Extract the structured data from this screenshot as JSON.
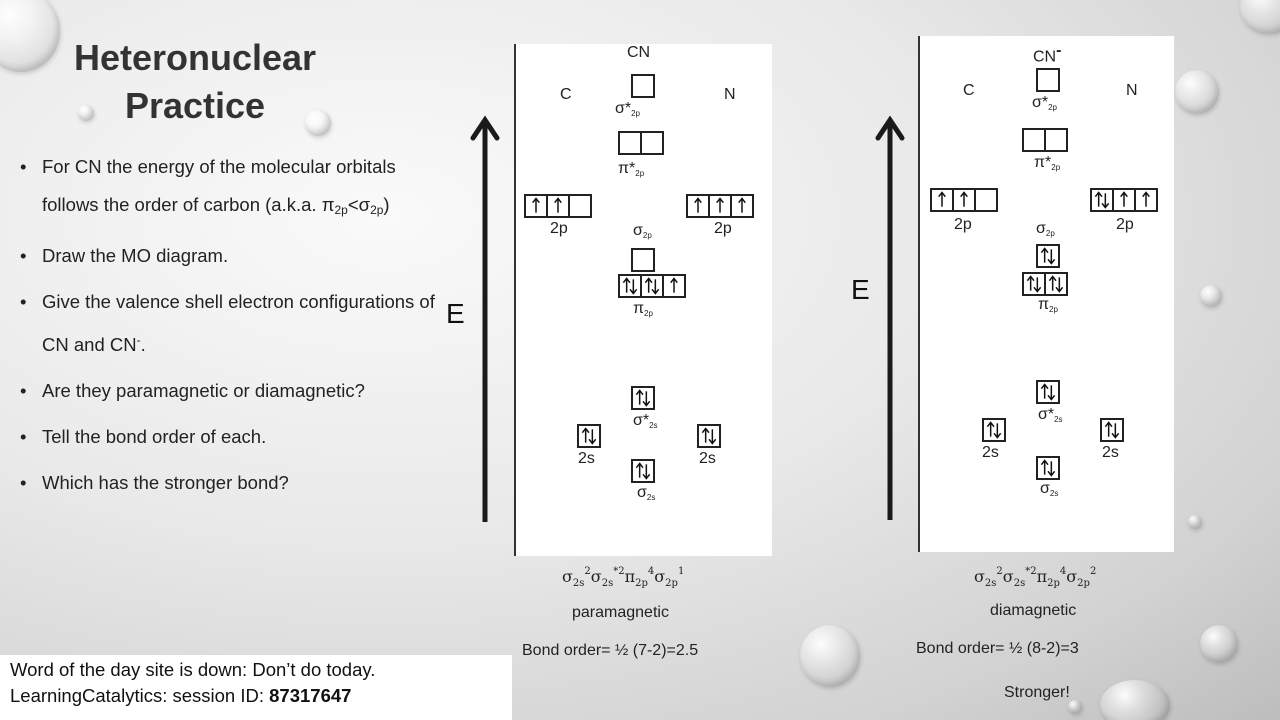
{
  "title_lines": [
    "Heteronuclear",
    "Practice"
  ],
  "bullets": {
    "b1_lead": "For CN the energy of the molecular orbitals follows the order of carbon (a.k.a. ",
    "b1_pi": "π",
    "b1_pi_sub": "2p",
    "b1_lt": "<",
    "b1_sigma": "σ",
    "b1_sigma_sub": "2p",
    "b1_close": ")",
    "b2": "Draw the MO diagram.",
    "b3_lead": "Give the valence shell electron configurations of CN and CN",
    "b3_sup": "-",
    "b3_end": ".",
    "b4": "Are they paramagnetic or diamagnetic?",
    "b5": "Tell the bond order of each.",
    "b6": "Which has the stronger bond?"
  },
  "energy_label": "E",
  "diagram_cn": {
    "molecule": "CN",
    "left_atom": "C",
    "right_atom": "N",
    "sigma_star_2p": "σ*",
    "sigma_star_2p_sub": "2p",
    "pi_star_2p": "π*",
    "pi_star_2p_sub": "2p",
    "atomic_2p_left": "2p",
    "atomic_2p_right": "2p",
    "sigma_2p": "σ",
    "sigma_2p_sub": "2p",
    "pi_2p": "π",
    "pi_2p_sub": "2p",
    "sigma_star_2s": "σ*",
    "sigma_star_2s_sub": "2s",
    "atomic_2s_left": "2s",
    "atomic_2s_right": "2s",
    "sigma_2s": "σ",
    "sigma_2s_sub": "2s"
  },
  "diagram_cn_minus": {
    "molecule": "CN",
    "molecule_sup": "-",
    "left_atom": "C",
    "right_atom": "N",
    "sigma_star_2p": "σ*",
    "sigma_star_2p_sub": "2p",
    "pi_star_2p": "π*",
    "pi_star_2p_sub": "2p",
    "atomic_2p_left": "2p",
    "atomic_2p_right": "2p",
    "sigma_2p": "σ",
    "sigma_2p_sub": "2p",
    "pi_2p": "π",
    "pi_2p_sub": "2p",
    "sigma_star_2s": "σ*",
    "sigma_star_2s_sub": "2s",
    "atomic_2s_left": "2s",
    "atomic_2s_right": "2s",
    "sigma_2s": "σ",
    "sigma_2s_sub": "2s"
  },
  "orbital_fill_cn": {
    "left_2p": [
      "up",
      "up",
      "empty"
    ],
    "right_2p": [
      "up",
      "up",
      "up"
    ],
    "sigma_star_2p": [
      "empty"
    ],
    "pi_star_2p": [
      "empty",
      "empty"
    ],
    "sigma_2p": [
      "empty"
    ],
    "pi_2p": [
      "pair",
      "pair",
      "up"
    ],
    "sigma_star_2s": [
      "pair"
    ],
    "left_2s": [
      "pair"
    ],
    "right_2s": [
      "pair"
    ],
    "sigma_2s": [
      "pair"
    ]
  },
  "orbital_fill_cn_minus": {
    "left_2p": [
      "up",
      "up",
      "empty"
    ],
    "right_2p": [
      "pair",
      "up",
      "up"
    ],
    "sigma_star_2p": [
      "empty"
    ],
    "pi_star_2p": [
      "empty",
      "empty"
    ],
    "sigma_2p": [
      "pair"
    ],
    "pi_2p": [
      "pair",
      "pair"
    ],
    "sigma_star_2s": [
      "pair"
    ],
    "left_2s": [
      "pair"
    ],
    "right_2s": [
      "pair"
    ],
    "sigma_2s": [
      "pair"
    ]
  },
  "config_cn": [
    {
      "sym": "σ",
      "sub": "2s",
      "sup": "2"
    },
    {
      "sym": "σ",
      "sub": "2s",
      "sup": "*2"
    },
    {
      "sym": "π",
      "sub": "2p",
      "sup": "4"
    },
    {
      "sym": "σ",
      "sub": "2p",
      "sup": "1"
    }
  ],
  "config_cn_minus": [
    {
      "sym": "σ",
      "sub": "2s",
      "sup": "2"
    },
    {
      "sym": "σ",
      "sub": "2s",
      "sup": "*2"
    },
    {
      "sym": "π",
      "sub": "2p",
      "sup": "4"
    },
    {
      "sym": "σ",
      "sub": "2p",
      "sup": "2"
    }
  ],
  "magnetism_cn": "paramagnetic",
  "magnetism_cn_minus": "diamagnetic",
  "bond_order_cn": "Bond order= ½ (7-2)=2.5",
  "bond_order_cn_minus": "Bond order= ½ (8-2)=3",
  "stronger": "Stronger!",
  "footer": {
    "line1": "Word of the day site is down: Don’t do today.",
    "line2_lead": "LearningCatalytics: session ID: ",
    "session_id": "87317647"
  },
  "colors": {
    "panel_bg": "#ffffff",
    "ink": "#222222",
    "arrow": "#1a1a1a"
  }
}
